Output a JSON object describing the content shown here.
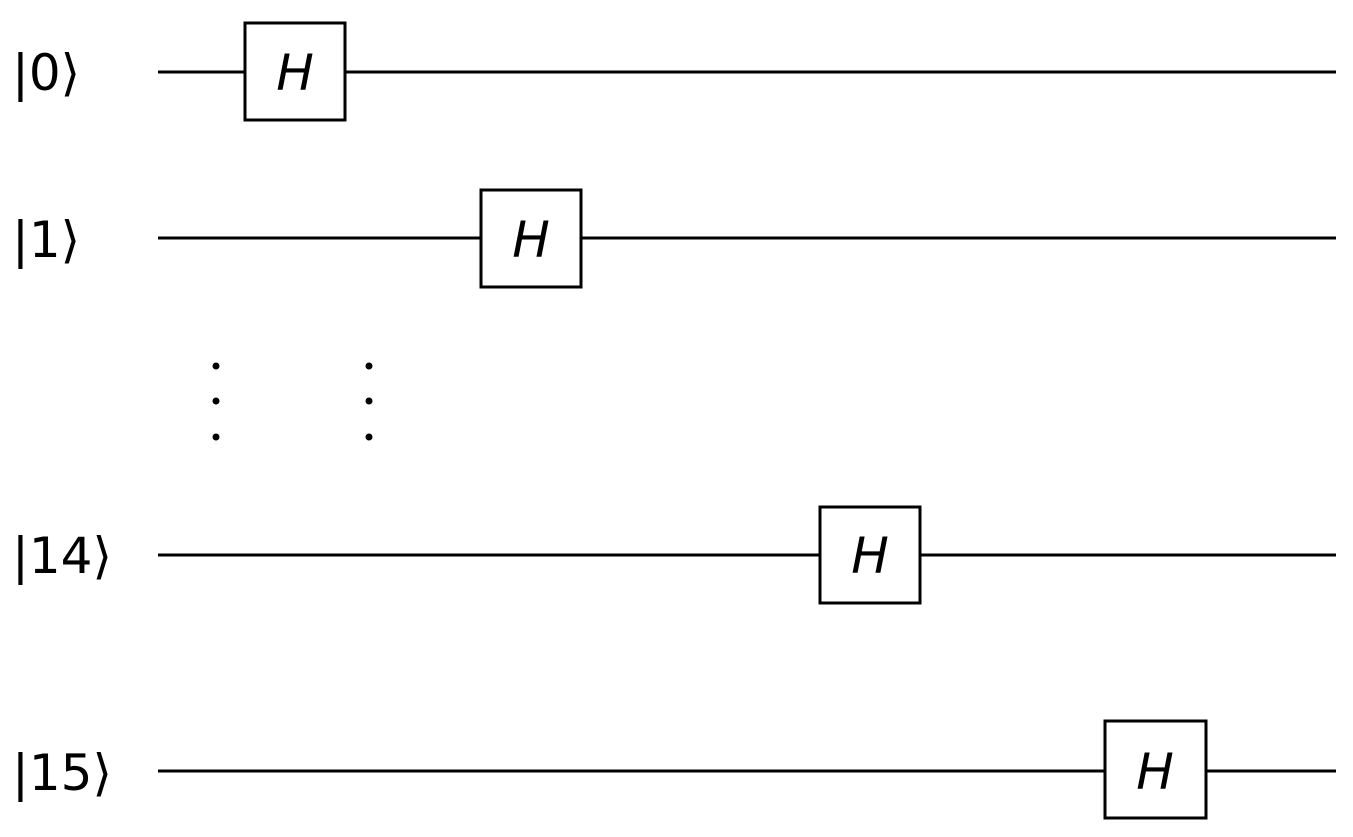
{
  "diagram": {
    "qubits": [
      {
        "label": "|0⟩",
        "gate": "H"
      },
      {
        "label": "|1⟩",
        "gate": "H"
      },
      {
        "label": "|14⟩",
        "gate": "H"
      },
      {
        "label": "|15⟩",
        "gate": "H"
      }
    ],
    "ellipsis": ":"
  }
}
